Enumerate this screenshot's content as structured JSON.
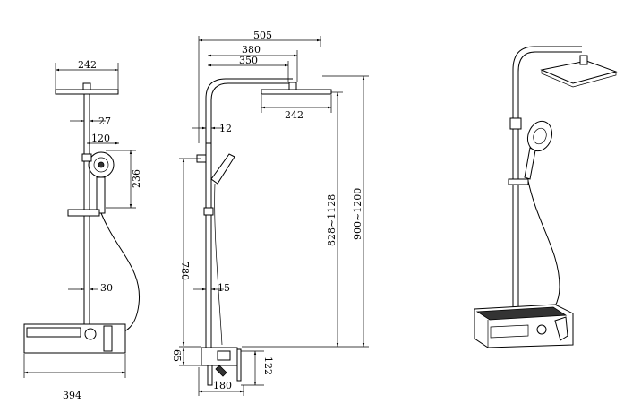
{
  "front_view": {
    "head_width": "242",
    "arm_offset": "27",
    "handshower_width": "120",
    "handshower_height": "236",
    "pole_diameter": "30",
    "base_width": "394"
  },
  "side_view": {
    "total_reach": "505",
    "arm_reach": "380",
    "head_offset": "350",
    "head_width": "242",
    "pole_gap": "12",
    "pole_height": "780",
    "pole_diameter": "15",
    "valve_height": "65",
    "valve_depth": "180",
    "valve_drop": "122",
    "head_height_range": "828~1128",
    "total_height_range": "900~1200"
  }
}
